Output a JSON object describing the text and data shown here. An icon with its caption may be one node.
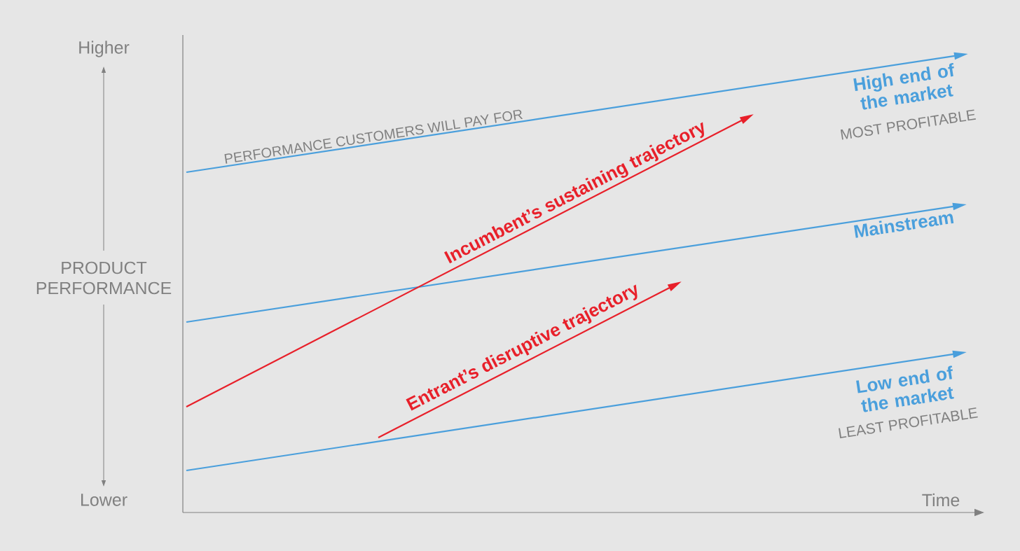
{
  "diagram": {
    "labels": [
      "Higher",
      "High end of the market",
      "PERFORMANCE CUSTOMERS WILL PAY FOR",
      "Incumbent’s sustaining trajectory",
      "MOST PROFITABLE",
      "Mainstream",
      "PRODUCT PERFORMANCE",
      "Entrant’s disruptive trajectory",
      "Low end of the market",
      "LEAST PROFITABLE",
      "Lower",
      "Time"
    ]
  }
}
